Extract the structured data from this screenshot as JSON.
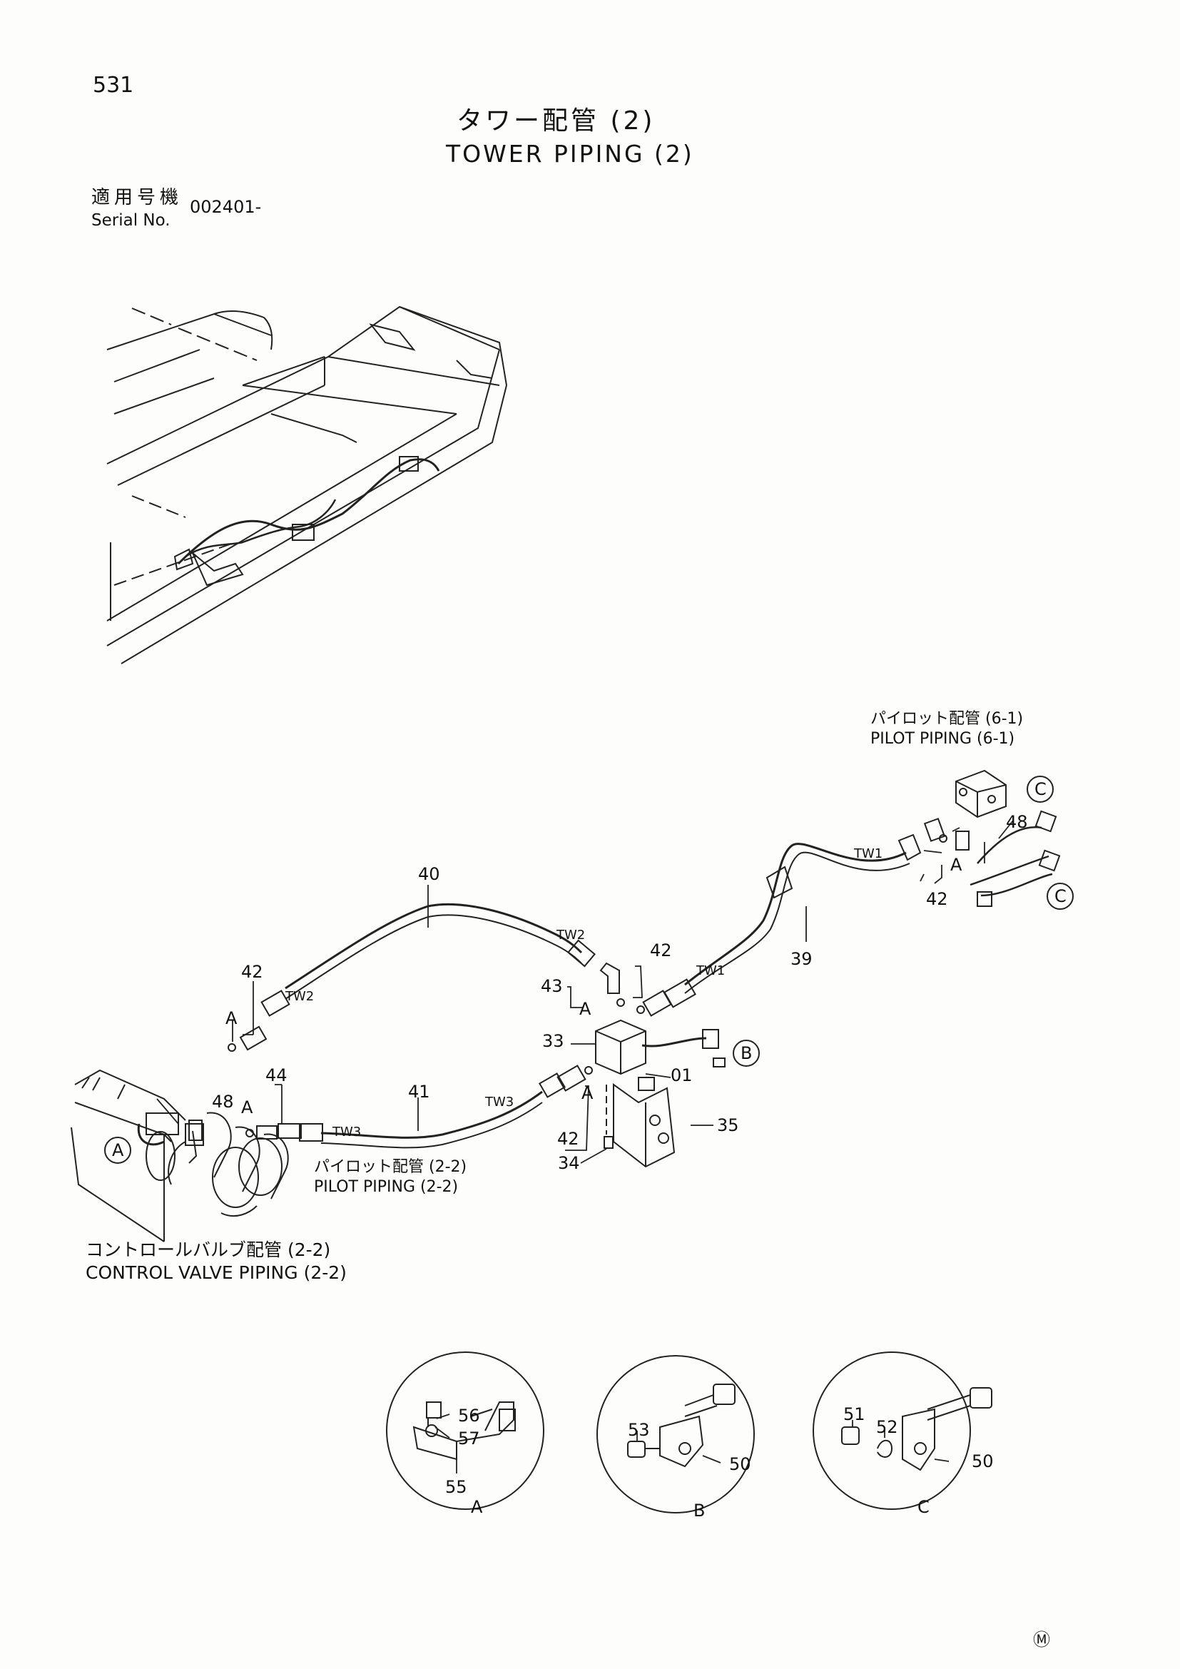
{
  "page": {
    "number": "531",
    "title_jp": "タワー配管 (2)",
    "title_en": "TOWER PIPING (2)",
    "serial_label_jp": "適用号機",
    "serial_label_en": "Serial No.",
    "serial_value": "002401-"
  },
  "references": {
    "pilot_6_1_jp": "パイロット配管 (6-1)",
    "pilot_6_1_en": "PILOT PIPING (6-1)",
    "pilot_2_2_jp": "パイロット配管 (2-2)",
    "pilot_2_2_en": "PILOT PIPING (2-2)",
    "control_valve_jp": "コントロールバルブ配管 (2-2)",
    "control_valve_en": "CONTROL VALVE PIPING (2-2)"
  },
  "callouts": {
    "p40": "40",
    "p41": "41",
    "p39": "39",
    "p42a": "42",
    "p42b": "42",
    "p42c": "42",
    "p42d": "42",
    "p43": "43",
    "p33": "33",
    "p01": "01",
    "p35": "35",
    "p34": "34",
    "p44": "44",
    "p48a": "48",
    "p48b": "48",
    "p56": "56",
    "p57": "57",
    "p55": "55",
    "p53": "53",
    "p50a": "50",
    "p51": "51",
    "p52": "52",
    "p50b": "50"
  },
  "hose_tags": {
    "tw1_a": "TW1",
    "tw1_b": "TW1",
    "tw2_a": "TW2",
    "tw2_b": "TW2",
    "tw3_a": "TW3",
    "tw3_b": "TW3"
  },
  "detail_marks": {
    "a1": "A",
    "a2": "A",
    "a3": "A",
    "a4": "A",
    "a5": "A",
    "a6": "A",
    "b1": "B",
    "b2": "B",
    "c1": "C",
    "c2": "C",
    "c3": "C"
  },
  "corner_mark": "Ⓜ"
}
